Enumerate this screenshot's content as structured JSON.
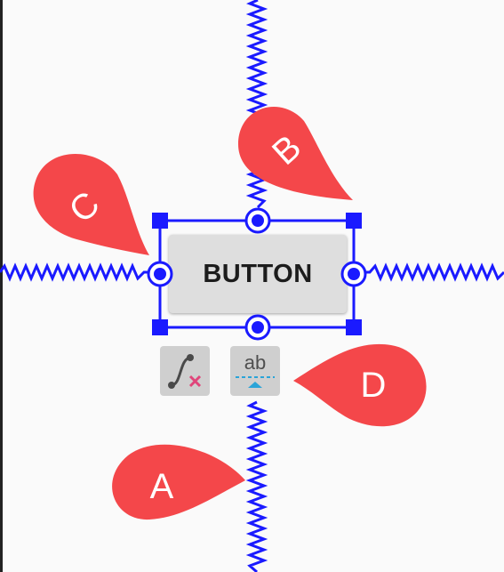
{
  "widget": {
    "label": "BUTTON"
  },
  "toolbar": {
    "clear_constraints_icon": "clear-constraints-icon",
    "baseline_label": "ab",
    "baseline_icon": "baseline-constraint-icon"
  },
  "callouts": [
    {
      "label": "A"
    },
    {
      "label": "B"
    },
    {
      "label": "C"
    },
    {
      "label": "D"
    }
  ],
  "colors": {
    "constraint": "#1a1aff",
    "callout": "#f4474a",
    "button_bg": "#dedede",
    "tool_bg": "#cfcfcf",
    "clear_x": "#e0457a",
    "baseline_dash": "#2aa4d8"
  }
}
